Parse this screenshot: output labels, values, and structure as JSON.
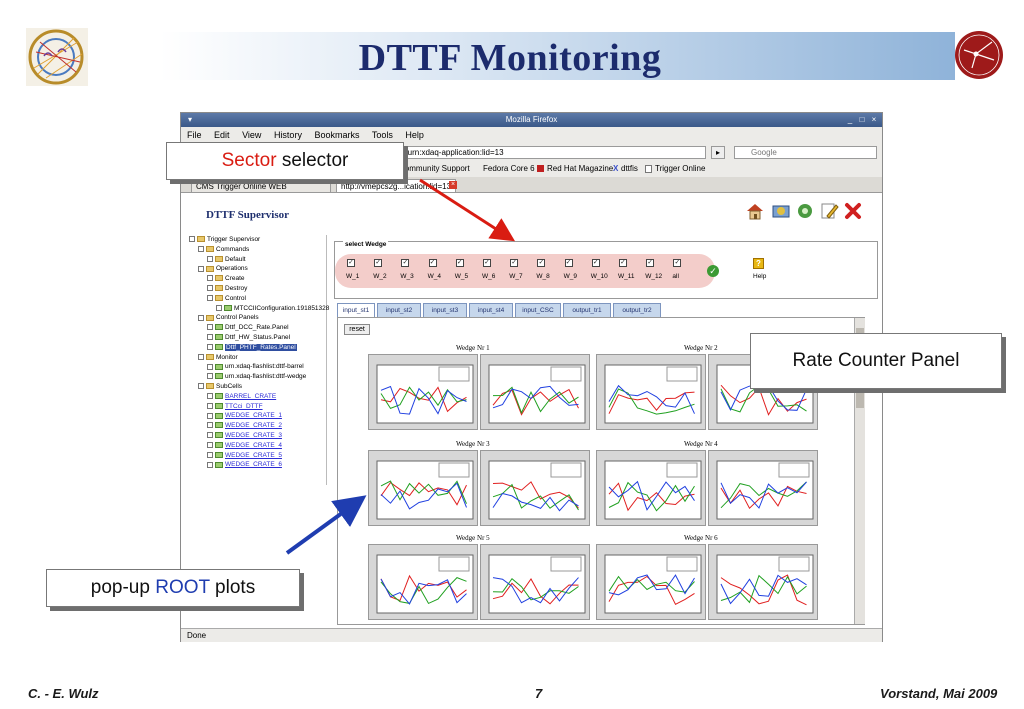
{
  "slide": {
    "title": "DTTF Monitoring",
    "footer_author": "C. - E. Wulz",
    "footer_page": "7",
    "footer_date": "Vorstand, Mai 2009"
  },
  "browser": {
    "window_title": "Mozilla Firefox",
    "menu": [
      "File",
      "Edit",
      "View",
      "History",
      "Bookmarks",
      "Tools",
      "Help"
    ],
    "url": "...urn:xdaq-application:lid=13",
    "search_placeholder": "Google",
    "bookmarks": [
      "Community Support",
      "Fedora Core 6",
      "Red Hat Magazine",
      "dttfis",
      "Trigger Online"
    ],
    "tabs": [
      "CMS Trigger Online WEB",
      "http://vmepcs2g...ication:lid=13"
    ],
    "status": "Done"
  },
  "page": {
    "title": "DTTF Supervisor",
    "tree": [
      {
        "label": "Trigger Supervisor",
        "depth": 0,
        "kind": "root"
      },
      {
        "label": "Commands",
        "depth": 1,
        "kind": "folder"
      },
      {
        "label": "Default",
        "depth": 2,
        "kind": "folder"
      },
      {
        "label": "Operations",
        "depth": 1,
        "kind": "folder"
      },
      {
        "label": "Create",
        "depth": 2,
        "kind": "folder"
      },
      {
        "label": "Destroy",
        "depth": 2,
        "kind": "folder"
      },
      {
        "label": "Control",
        "depth": 2,
        "kind": "folder"
      },
      {
        "label": "MTCCIIConfiguration.191851328",
        "depth": 3,
        "kind": "item"
      },
      {
        "label": "Control Panels",
        "depth": 1,
        "kind": "folder"
      },
      {
        "label": "Dttf_DCC_Rate.Panel",
        "depth": 2,
        "kind": "item"
      },
      {
        "label": "Dttf_HW_Status.Panel",
        "depth": 2,
        "kind": "item"
      },
      {
        "label": "Dttf_PHTF_Rates.Panel",
        "depth": 2,
        "kind": "selected"
      },
      {
        "label": "Monitor",
        "depth": 1,
        "kind": "folder"
      },
      {
        "label": "urn.xdaq-flashlist:dttf-barrel",
        "depth": 2,
        "kind": "item"
      },
      {
        "label": "urn.xdaq-flashlist:dttf-wedge",
        "depth": 2,
        "kind": "item"
      },
      {
        "label": "SubCells",
        "depth": 1,
        "kind": "folder"
      },
      {
        "label": "BARREL_CRATE",
        "depth": 2,
        "kind": "link"
      },
      {
        "label": "TTCci_DTTF",
        "depth": 2,
        "kind": "link"
      },
      {
        "label": "WEDGE_CRATE_1",
        "depth": 2,
        "kind": "link"
      },
      {
        "label": "WEDGE_CRATE_2",
        "depth": 2,
        "kind": "link"
      },
      {
        "label": "WEDGE_CRATE_3",
        "depth": 2,
        "kind": "link"
      },
      {
        "label": "WEDGE_CRATE_4",
        "depth": 2,
        "kind": "link"
      },
      {
        "label": "WEDGE_CRATE_5",
        "depth": 2,
        "kind": "link"
      },
      {
        "label": "WEDGE_CRATE_6",
        "depth": 2,
        "kind": "link"
      }
    ],
    "wedge_selector": {
      "legend": "select Wedge",
      "wedges": [
        "W_1",
        "W_2",
        "W_3",
        "W_4",
        "W_5",
        "W_6",
        "W_7",
        "W_8",
        "W_9",
        "W_10",
        "W_11",
        "W_12",
        "all"
      ],
      "help_label": "Help"
    },
    "panel_tabs": [
      "input_st1",
      "input_st2",
      "input_st3",
      "input_st4",
      "input_CSC",
      "output_tr1",
      "output_tr2"
    ],
    "reset_label": "reset",
    "wedge_plots": [
      "Wedge Nr 1",
      "Wedge Nr 2",
      "Wedge Nr 3",
      "Wedge Nr 4",
      "Wedge Nr 5",
      "Wedge Nr 6"
    ]
  },
  "callouts": {
    "sector_1": "Sector",
    "sector_2": " selector",
    "rate": "Rate Counter Panel",
    "popup_1": "pop-up ",
    "popup_2": "ROOT",
    "popup_3": " plots"
  },
  "colors": {
    "title": "#1c2b6d",
    "callout_red": "#d91c12",
    "callout_blue": "#1f3db0",
    "arrow_red": "#d91c12",
    "arrow_blue": "#1f3db0",
    "tab_bg": "#c6d7ec"
  }
}
